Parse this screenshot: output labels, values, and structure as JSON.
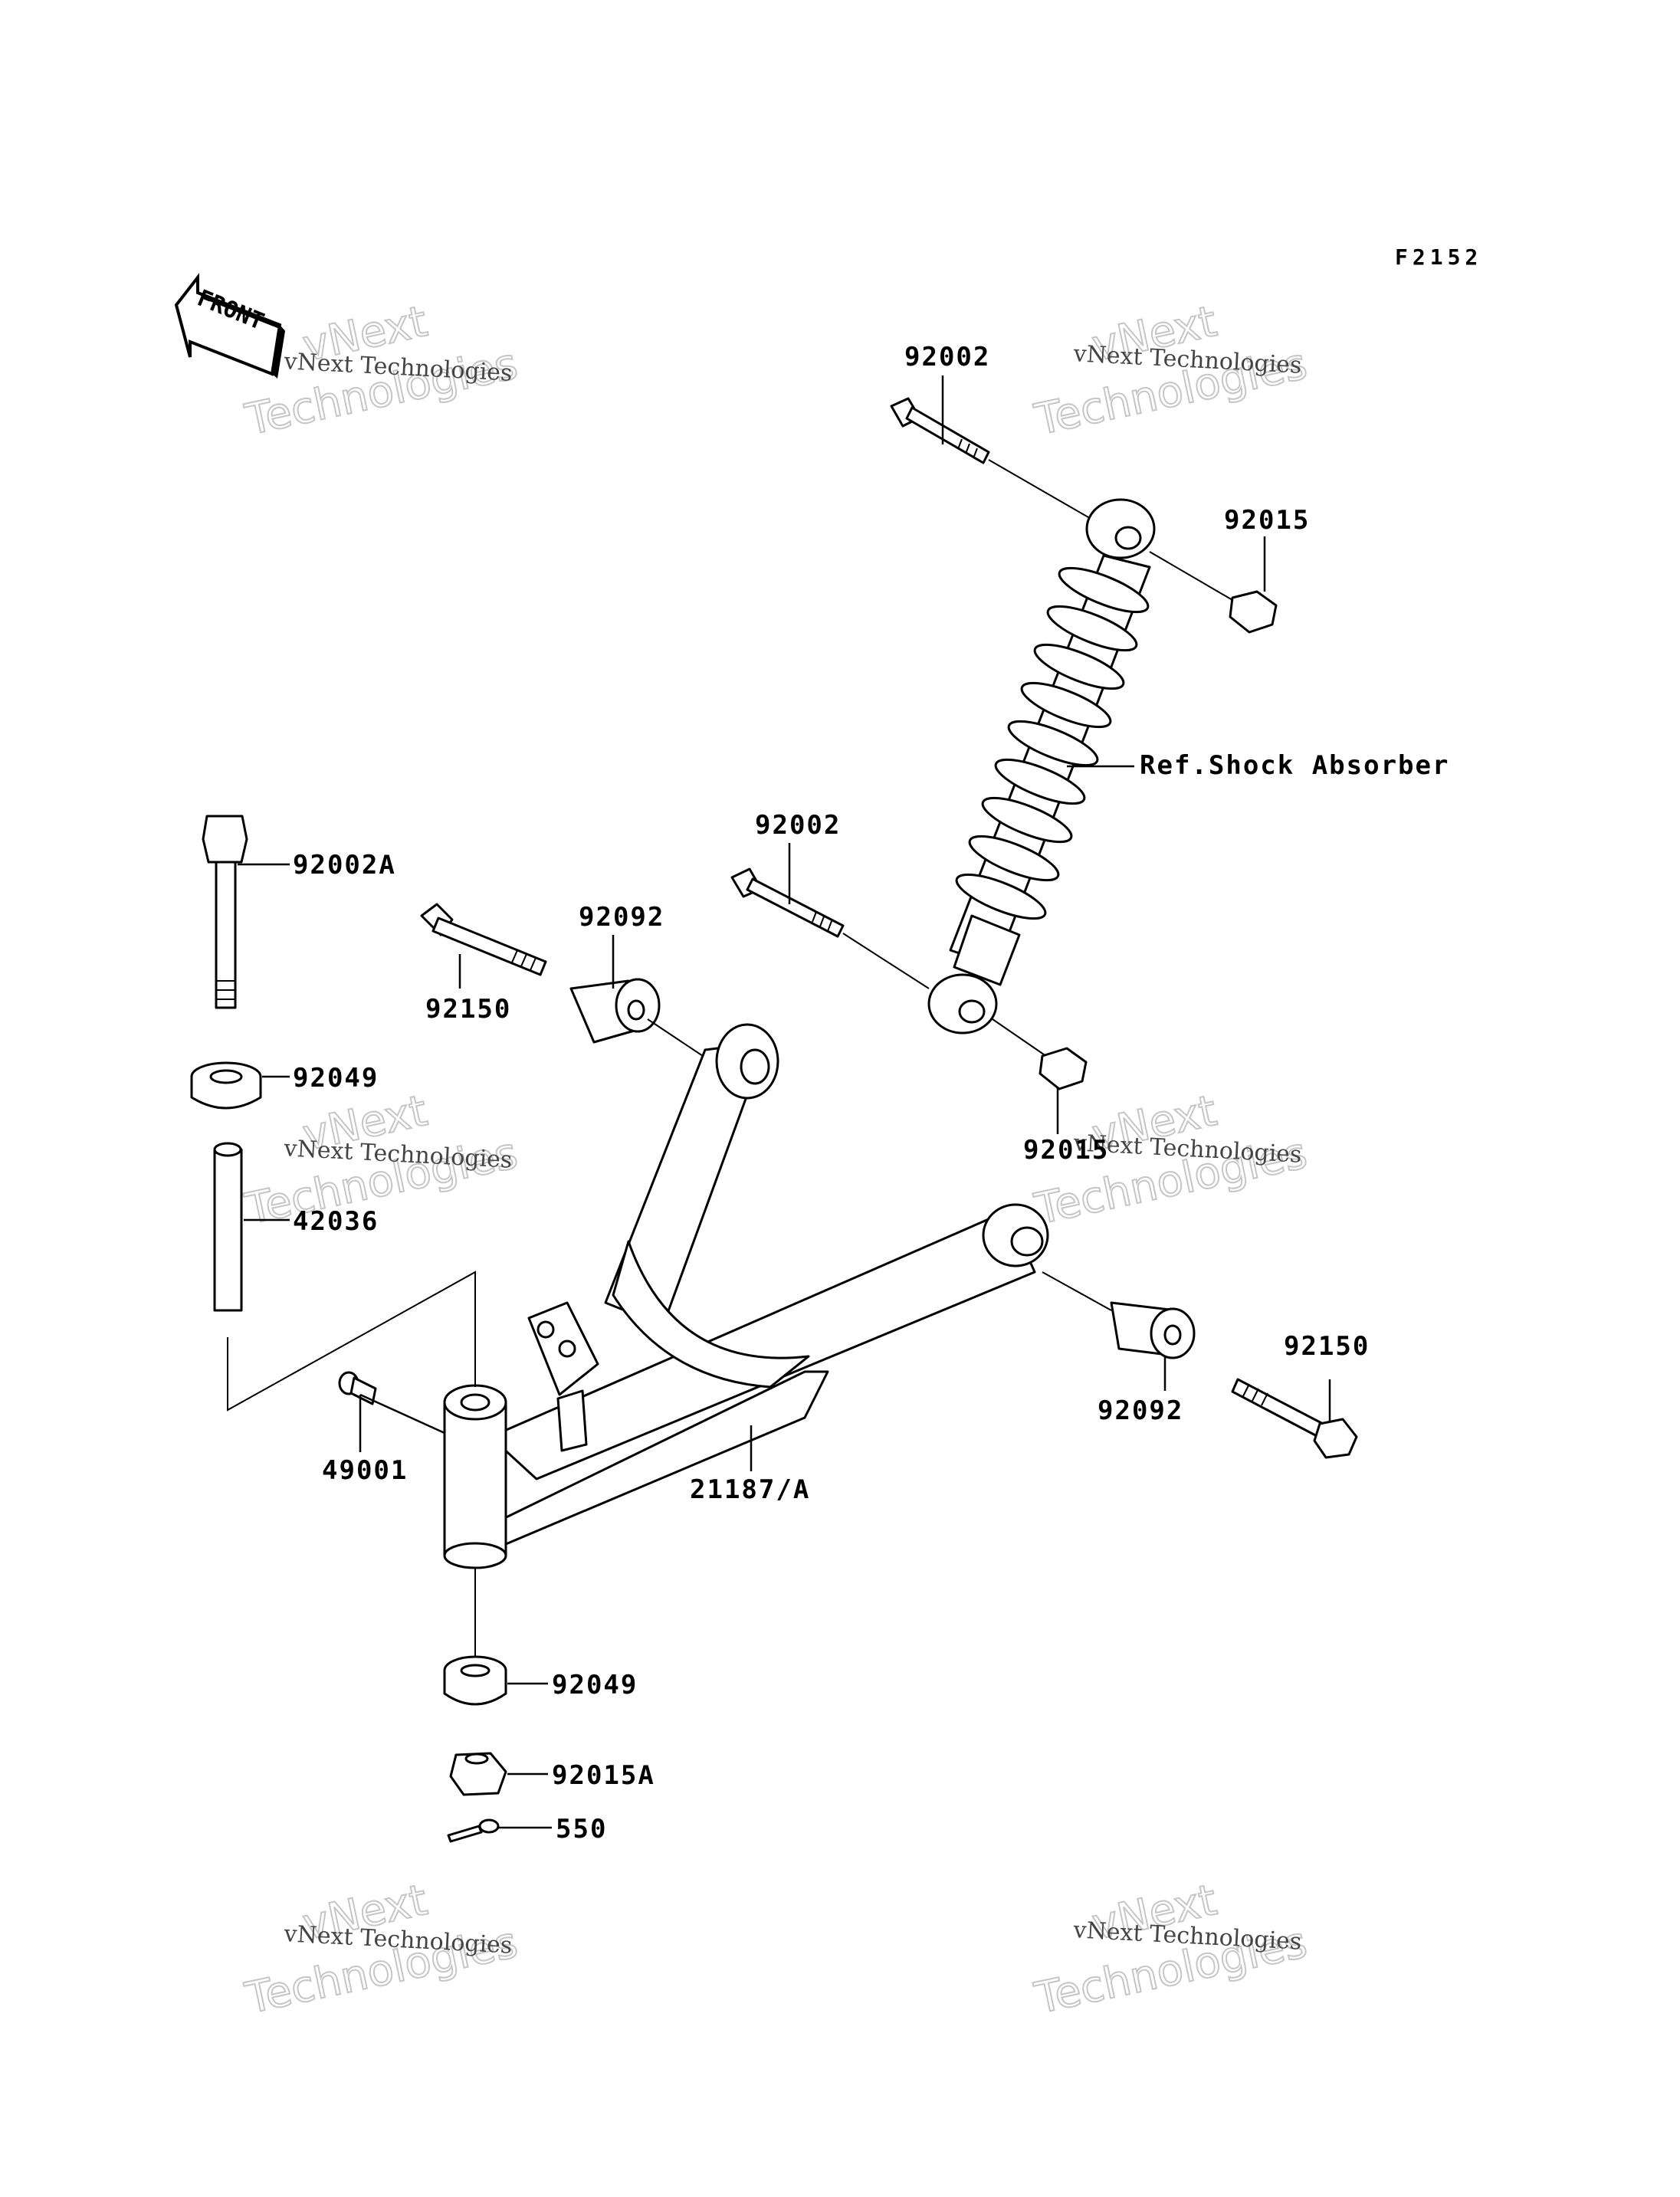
{
  "figure_code": "F2152",
  "front_arrow_label": "FRONT",
  "watermark": {
    "line1": "vNext Technologies",
    "line2": "vNext",
    "line3": "Technologies"
  },
  "callouts": {
    "bolt_top": "92002",
    "nut_top": "92015",
    "shock_ref": "Ref.Shock Absorber",
    "bolt_mid": "92002",
    "nut_mid": "92015",
    "bolt_long": "92002A",
    "bolt_small_left": "92150",
    "bushing_left": "92092",
    "grommet_top": "92049",
    "collar": "42036",
    "grease_fitting": "49001",
    "arm": "21187/A",
    "bushing_right": "92092",
    "bolt_right": "92150",
    "grommet_bottom": "92049",
    "nut_bottom": "92015A",
    "cotter_pin": "550"
  }
}
